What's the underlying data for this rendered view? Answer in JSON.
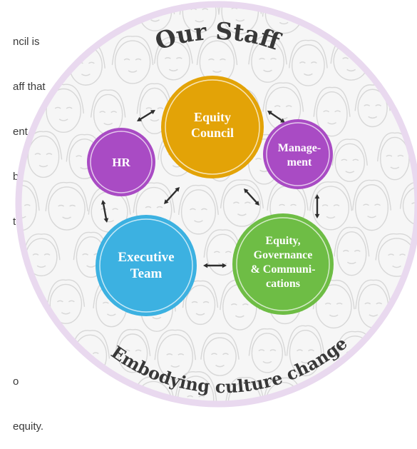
{
  "side_text_top": [
    "ncil is",
    "aff that",
    "ent",
    "bles",
    "t"
  ],
  "side_text_bottom": [
    "o",
    "equity."
  ],
  "diagram": {
    "title": "Our Staff",
    "tagline": "Embodying culture change",
    "nodes": {
      "equity_council": {
        "lines": [
          "Equity",
          "Council"
        ],
        "color": "#e3a307"
      },
      "hr": {
        "lines": [
          "HR"
        ],
        "color": "#a94bc4"
      },
      "management": {
        "lines": [
          "Manage-",
          "ment"
        ],
        "color": "#a94bc4"
      },
      "executive_team": {
        "lines": [
          "Executive",
          "Team"
        ],
        "color": "#3cb1e1"
      },
      "equity_governance": {
        "lines": [
          "Equity,",
          "Governance",
          "& Communi-",
          "cations"
        ],
        "color": "#6ebd45"
      }
    },
    "colors": {
      "ring": "#e9d9ef",
      "arrows": "#2e2e2e",
      "background_sketch": "#d7d7d7"
    }
  }
}
